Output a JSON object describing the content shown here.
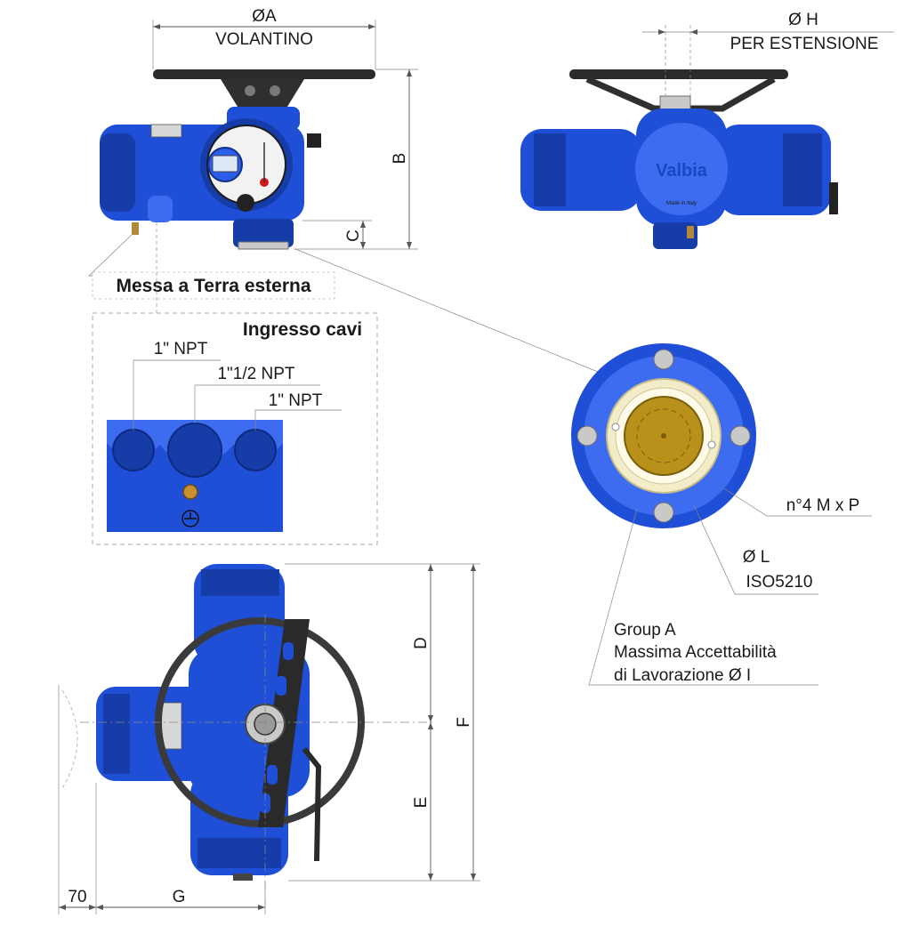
{
  "labels": {
    "dia_a": "ØA",
    "volantino": "VOLANTINO",
    "dia_h": "Ø H",
    "per_estensione": "PER ESTENSIONE",
    "b": "B",
    "c": "C",
    "messa_a_terra": "Messa a Terra esterna",
    "ingresso_cavi": "Ingresso cavi",
    "npt_left": "1\" NPT",
    "npt_mid": "1\"1/2 NPT",
    "npt_right": "1\" NPT",
    "bolts": "n°4 M x P",
    "dia_l": "Ø L",
    "iso": "ISO5210",
    "group_a": "Group A",
    "massima": "Massima Accettabilità",
    "lavorazione": "di Lavorazione  Ø I",
    "d": "D",
    "e": "E",
    "f": "F",
    "g": "G",
    "seventy": "70"
  },
  "brand": {
    "logo_text": "Valbia",
    "made_in": "Made in Italy"
  },
  "colors": {
    "actuator_blue": "#1f4fd6",
    "flange_cream": "#f3ecc9",
    "shaft_gold": "#b8901a",
    "handwheel": "#3a3a3a"
  }
}
